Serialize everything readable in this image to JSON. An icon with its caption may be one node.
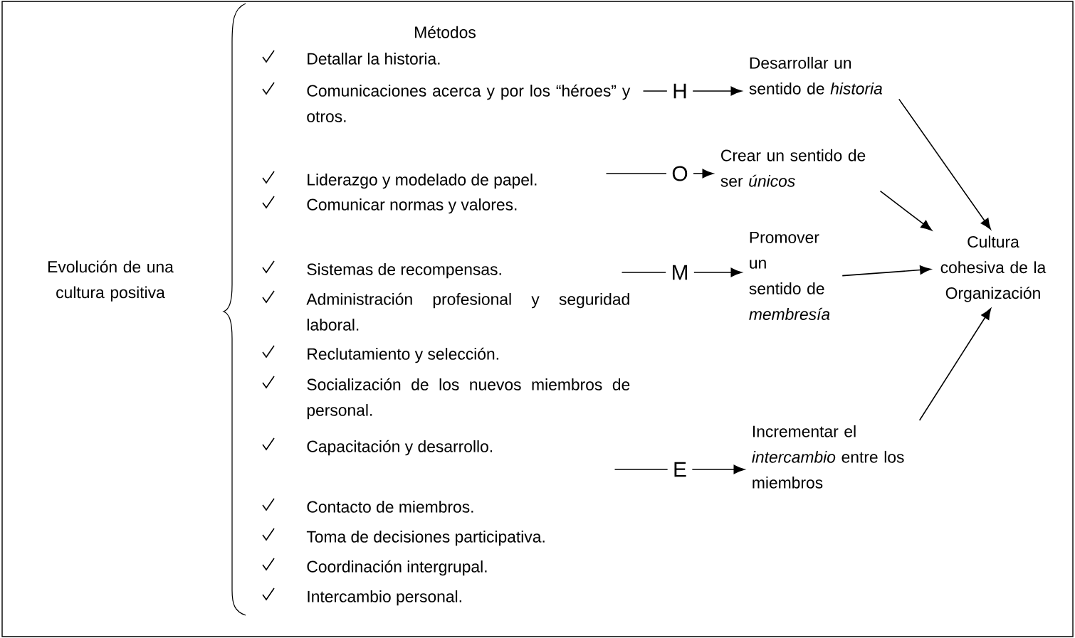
{
  "diagram": {
    "nodes": [
      {
        "text": [
          "H"
        ]
      },
      {
        "text": [
          "O"
        ]
      },
      {
        "text": [
          "M"
        ]
      },
      {
        "text": [
          "E"
        ]
      },
      {
        "text": [
          "Desarrollar un sentido de *historia*"
        ]
      },
      {
        "text": [
          "Crear un sentido de ser *únicos*"
        ]
      },
      {
        "text": [
          "Promover un sentido de *membresía*"
        ]
      },
      {
        "text": [
          "Incrementar el *intercambio* entre los miembros"
        ]
      },
      {
        "text": [
          "Cultura cohesiva de la Organización"
        ]
      }
    ],
    "edges": [
      {
        "from": null,
        "to": 0,
        "arrow": "none"
      },
      {
        "from": 0,
        "to": 4,
        "arrow": "to"
      },
      {
        "from": null,
        "to": 1,
        "arrow": "none"
      },
      {
        "from": 1,
        "to": 5,
        "arrow": "to"
      },
      {
        "from": null,
        "to": 2,
        "arrow": "none"
      },
      {
        "from": 2,
        "to": 6,
        "arrow": "to"
      },
      {
        "from": null,
        "to": 3,
        "arrow": "none"
      },
      {
        "from": 3,
        "to": 7,
        "arrow": "to"
      },
      {
        "from": 4,
        "to": 8,
        "arrow": "to"
      },
      {
        "from": 5,
        "to": 8,
        "arrow": "to"
      },
      {
        "from": 6,
        "to": 8,
        "arrow": "to"
      },
      {
        "from": 7,
        "to": 8,
        "arrow": "to"
      }
    ],
    "labels": [
      "Evolución de una cultura positiva",
      "Métodos",
      "Detallar la historia.",
      "Comunicaciones acerca y por los “héroes” y otros.",
      "Liderazgo y modelado de papel.",
      "Comunicar normas y valores.",
      "Sistemas de recompensas.",
      "Administración profesional y seguridad laboral.",
      "Reclutamiento y selección.",
      "Socialización de los nuevos miembros de personal.",
      "Capacitación y desarrollo.",
      "Contacto de miembros.",
      "Toma de decisiones participativa.",
      "Coordinación intergrupal.",
      "Intercambio personal."
    ]
  }
}
